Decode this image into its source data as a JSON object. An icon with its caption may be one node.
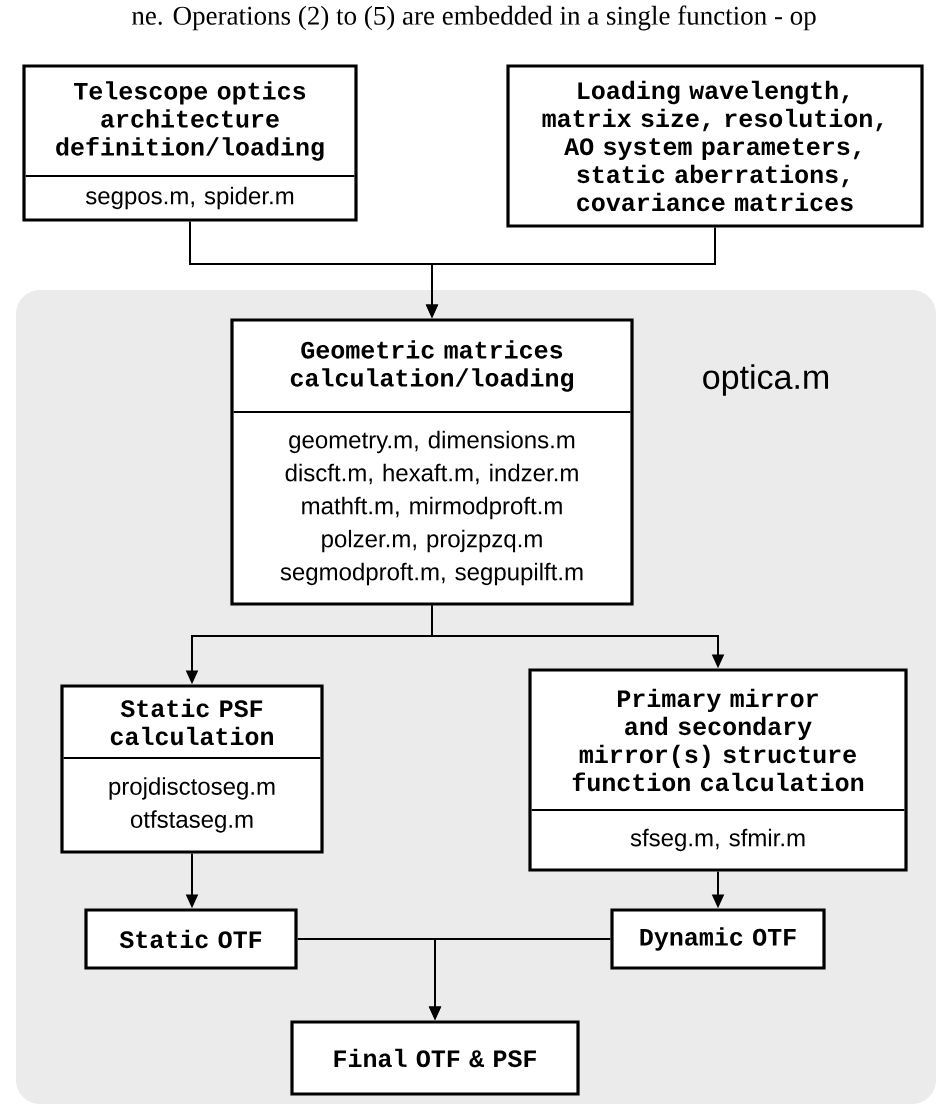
{
  "diagram": {
    "nodes": [
      {
        "text": [
          "Telescope optics architecture definition/loading",
          "segpos.m, spider.m"
        ]
      },
      {
        "text": [
          "Loading wavelength, matrix size, resolution, AO system parameters, static aberrations, covariance matrices"
        ]
      },
      {
        "text": [
          "optica.m"
        ]
      },
      {
        "text": [
          "Geometric matrices calculation/loading",
          "geometry.m, dimensions.m discft.m, hexaft.m, indzer.m mathft.m, mirmodproft.m polzer.m, projzpzq.m segmodproft.m, segpupilft.m"
        ],
        "in": 2
      },
      {
        "text": [
          "Static PSF calculation",
          "projdisctoseg.m otfstaseg.m"
        ],
        "in": 2
      },
      {
        "text": [
          "Primary mirror and secondary mirror(s) structure function calculation",
          "sfseg.m, sfmir.m"
        ],
        "in": 2
      },
      {
        "text": [
          "Static OTF"
        ],
        "in": 2
      },
      {
        "text": [
          "Dynamic OTF"
        ],
        "in": 2
      },
      {
        "text": [
          "Final OTF & PSF"
        ],
        "in": 2
      }
    ],
    "edges": [
      {
        "from": 0,
        "to": 3,
        "arrow": "to"
      },
      {
        "from": 1,
        "to": 3,
        "arrow": "to"
      },
      {
        "from": 3,
        "to": 4,
        "arrow": "to"
      },
      {
        "from": 3,
        "to": 5,
        "arrow": "to"
      },
      {
        "from": 4,
        "to": 6,
        "arrow": "to"
      },
      {
        "from": 5,
        "to": 7,
        "arrow": "to"
      },
      {
        "from": 6,
        "to": 8,
        "arrow": "to"
      },
      {
        "from": 7,
        "to": 8,
        "arrow": "to"
      }
    ],
    "labels": [
      "ne. Operations (2) to (5) are embedded in a single function - op"
    ]
  }
}
